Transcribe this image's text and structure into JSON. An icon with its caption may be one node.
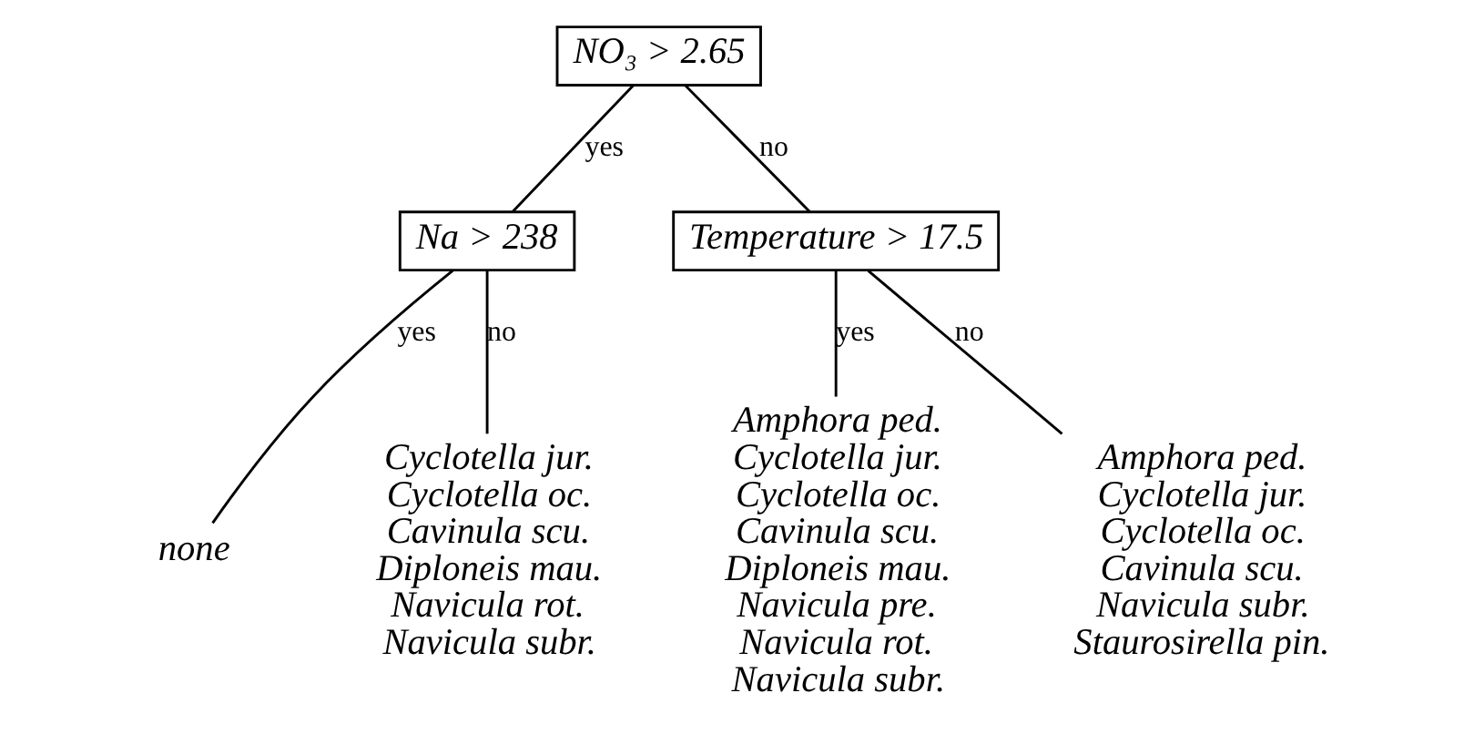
{
  "diagram": {
    "nodes": [
      {
        "text": [
          "NO₃ > 2.65"
        ]
      },
      {
        "text": [
          "Na > 238"
        ]
      },
      {
        "text": [
          "Temperature > 17.5"
        ]
      },
      {
        "text": [
          "none"
        ]
      },
      {
        "text": [
          "Cyclotella jur.",
          "Cyclotella oc.",
          "Cavinula scu.",
          "Diploneis mau.",
          "Navicula rot.",
          "Navicula subr."
        ]
      },
      {
        "text": [
          "Amphora ped.",
          "Cyclotella jur.",
          "Cyclotella oc.",
          "Cavinula scu.",
          "Diploneis mau.",
          "Navicula pre.",
          "Navicula rot.",
          "Navicula subr."
        ]
      },
      {
        "text": [
          "Amphora ped.",
          "Cyclotella jur.",
          "Cyclotella oc.",
          "Cavinula scu.",
          "Navicula subr.",
          "Staurosirella pin."
        ]
      }
    ],
    "edges": [
      {
        "from": 0,
        "to": 1,
        "arrow": "none",
        "label": "yes"
      },
      {
        "from": 0,
        "to": 2,
        "arrow": "none",
        "label": "no"
      },
      {
        "from": 1,
        "to": 3,
        "arrow": "none",
        "label": "yes"
      },
      {
        "from": 1,
        "to": 4,
        "arrow": "none",
        "label": "no"
      },
      {
        "from": 2,
        "to": 5,
        "arrow": "none",
        "label": "yes"
      },
      {
        "from": 2,
        "to": 6,
        "arrow": "none",
        "label": "no"
      }
    ]
  }
}
